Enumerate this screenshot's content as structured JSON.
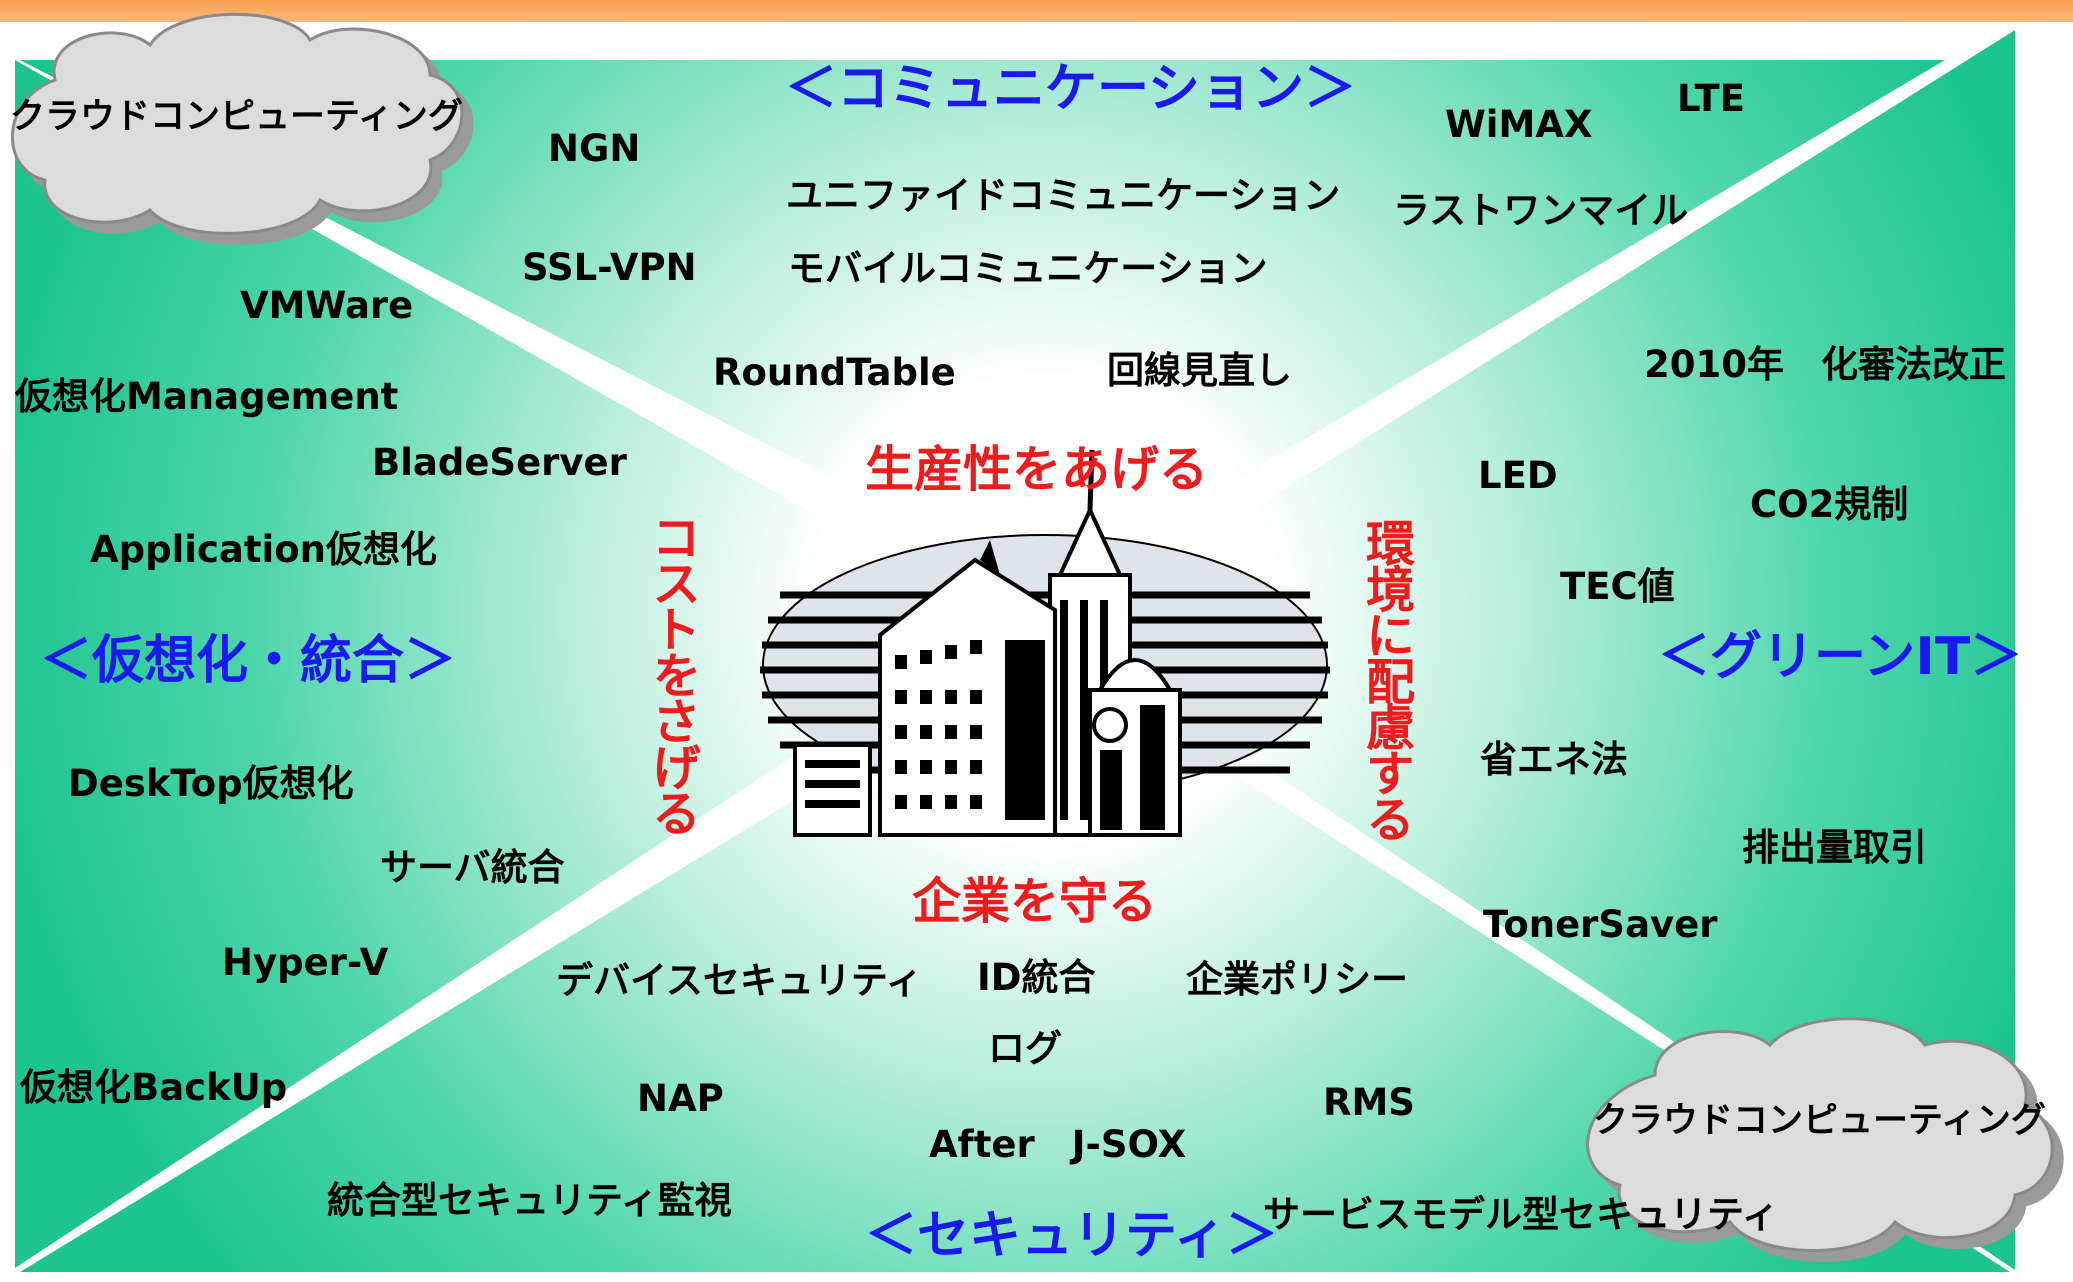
{
  "categories": {
    "communication": "＜コミュニケーション＞",
    "virtualization": "＜仮想化・統合＞",
    "green_it": "＜グリーンIT＞",
    "security": "＜セキュリティ＞"
  },
  "goals": {
    "productivity": "生産性をあげる",
    "cost": "コストをさげる",
    "environment": "環境に配慮する",
    "protect": "企業を守る"
  },
  "clouds": {
    "top_left": "クラウドコンピューティング",
    "bottom_right": "クラウドコンピューティング"
  },
  "communication_items": [
    "NGN",
    "ユニファイドコミュニケーション",
    "SSL-VPN",
    "モバイルコミュニケーション",
    "RoundTable",
    "回線見直し",
    "WiMAX",
    "LTE",
    "ラストワンマイル"
  ],
  "virtualization_items": [
    "VMWare",
    "仮想化Management",
    "BladeServer",
    "Application仮想化",
    "DeskTop仮想化",
    "サーバ統合",
    "Hyper-V",
    "仮想化BackUp"
  ],
  "green_items": [
    "2010年　化審法改正",
    "LED",
    "CO2規制",
    "TEC値",
    "省エネ法",
    "排出量取引",
    "TonerSaver"
  ],
  "security_items": [
    "デバイスセキュリティ",
    "ID統合",
    "企業ポリシー",
    "ログ",
    "NAP",
    "RMS",
    "After　J-SOX",
    "統合型セキュリティ監視",
    "サービスモデル型セキュリティ"
  ],
  "colors": {
    "background_green": "#22c895",
    "category_blue": "#1a1aee",
    "goal_red": "#ee1c1c",
    "header_orange": "#f6a04e"
  }
}
